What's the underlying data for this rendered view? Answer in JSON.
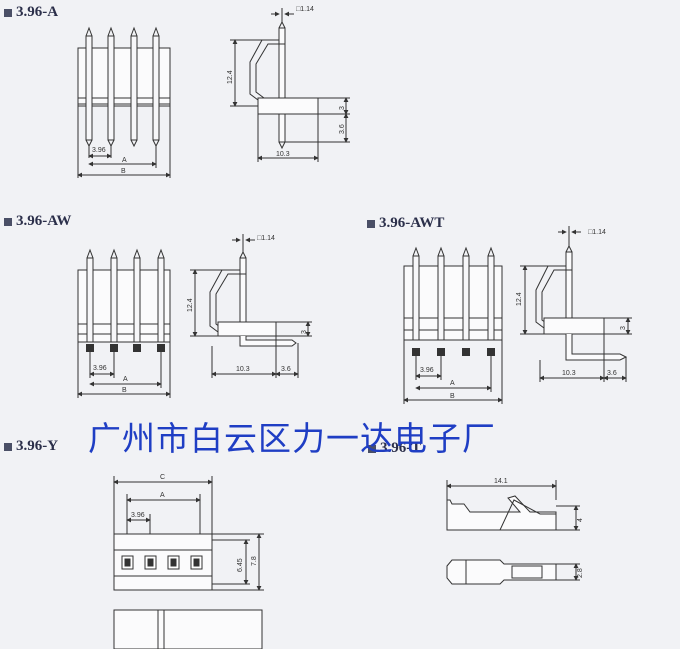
{
  "sections": {
    "a": {
      "title": "3.96-A",
      "dims": {
        "pitch": "3.96",
        "a": "A",
        "b": "B",
        "sq": "□1.14",
        "h": "12.4",
        "d3": "3",
        "d36": "3.6",
        "w": "10.3"
      }
    },
    "aw": {
      "title": "3.96-AW",
      "dims": {
        "pitch": "3.96",
        "a": "A",
        "b": "B",
        "sq": "□1.14",
        "h": "12.4",
        "d3": "3",
        "w": "10.3",
        "d36": "3.6"
      }
    },
    "awt": {
      "title": "3.96-AWT",
      "dims": {
        "pitch": "3.96",
        "a": "A",
        "b": "B",
        "sq": "□1.14",
        "h": "12.4",
        "d3": "3",
        "w": "10.3",
        "d36": "3.6"
      }
    },
    "y": {
      "title": "3.96-Y",
      "dims": {
        "c": "C",
        "a": "A",
        "pitch": "3.96",
        "h1": "6.45",
        "h2": "7.8"
      }
    },
    "t": {
      "title": "3.96-T",
      "dims": {
        "len": "14.1",
        "h": "4",
        "w": "2.8"
      }
    }
  },
  "watermark": "广州市白云区力一达电子厂",
  "colors": {
    "ink": "#333333",
    "title": "#2b2f4a",
    "watermark": "#1f3ec4",
    "background": "#f1f2f5"
  }
}
